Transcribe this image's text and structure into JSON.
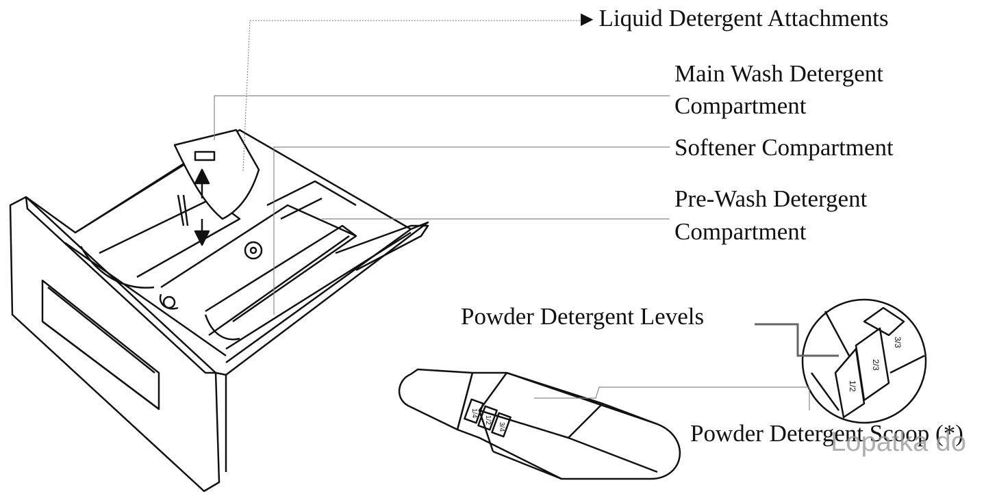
{
  "labels": {
    "liquid_attachments": "Liquid Detergent Attachments",
    "main_wash_line1": "Main Wash Detergent",
    "main_wash_line2": "Compartment",
    "softener": "Softener Compartment",
    "prewash_line1": "Pre-Wash Detergent",
    "prewash_line2": "Compartment",
    "powder_levels": "Powder Detergent Levels",
    "powder_scoop": "Powder Detergent Scoop (*)",
    "scoop_marks": [
      "1/4",
      "1/2",
      "3/4"
    ],
    "inset_marks": [
      "1/2",
      "2/3",
      "3/3"
    ]
  },
  "watermark": "Lopatka do",
  "colors": {
    "ink": "#111111",
    "leader": "#888888",
    "watermark": "#9a9a9a"
  }
}
